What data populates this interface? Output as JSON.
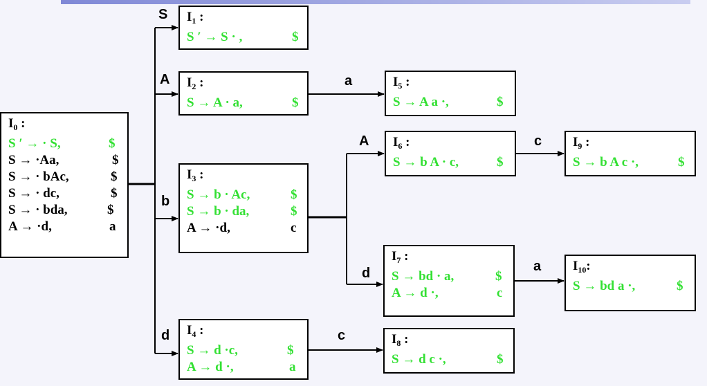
{
  "colors": {
    "kernel_item": "#33e033",
    "closure_item": "#000000",
    "background": "#f4f4fb"
  },
  "states": [
    {
      "id": "I0",
      "name": "I",
      "sub": "0",
      "items": [
        {
          "prod": "S ′ → · S,",
          "la": "$",
          "kernel": true
        },
        {
          "prod": "S → ·Aa,",
          "la": "$",
          "kernel": false
        },
        {
          "prod": "S → · bAc,",
          "la": "$",
          "kernel": false
        },
        {
          "prod": "S → · dc,",
          "la": "$",
          "kernel": false
        },
        {
          "prod": "S → · bda,",
          "la": "$",
          "kernel": false
        },
        {
          "prod": "A → ·d,",
          "la": "a",
          "kernel": false
        }
      ]
    },
    {
      "id": "I1",
      "name": "I",
      "sub": "1",
      "items": [
        {
          "prod": "S ′ → S · ,",
          "la": "$",
          "kernel": true
        }
      ]
    },
    {
      "id": "I2",
      "name": "I",
      "sub": "2",
      "items": [
        {
          "prod": "S → A · a,",
          "la": "$",
          "kernel": true
        }
      ]
    },
    {
      "id": "I3",
      "name": "I",
      "sub": "3",
      "items": [
        {
          "prod": "S → b · Ac,",
          "la": "$",
          "kernel": true
        },
        {
          "prod": "S → b · da,",
          "la": "$",
          "kernel": true
        },
        {
          "prod": "A → ·d,",
          "la": "c",
          "kernel": false
        }
      ]
    },
    {
      "id": "I4",
      "name": "I",
      "sub": "4",
      "items": [
        {
          "prod": "S → d ·c,",
          "la": "$",
          "kernel": true
        },
        {
          "prod": "A → d ·,",
          "la": "a",
          "kernel": true
        }
      ]
    },
    {
      "id": "I5",
      "name": "I",
      "sub": "5",
      "items": [
        {
          "prod": "S → A a ·,",
          "la": "$",
          "kernel": true
        }
      ]
    },
    {
      "id": "I6",
      "name": "I",
      "sub": "6",
      "items": [
        {
          "prod": "S → b A · c,",
          "la": "$",
          "kernel": true
        }
      ]
    },
    {
      "id": "I7",
      "name": "I",
      "sub": "7",
      "items": [
        {
          "prod": "S → bd · a,",
          "la": "$",
          "kernel": true
        },
        {
          "prod": "A → d ·,",
          "la": "c",
          "kernel": true
        }
      ]
    },
    {
      "id": "I8",
      "name": "I",
      "sub": "8",
      "items": [
        {
          "prod": "S → d c ·,",
          "la": "$",
          "kernel": true
        }
      ]
    },
    {
      "id": "I9",
      "name": "I",
      "sub": "9",
      "items": [
        {
          "prod": "S → b A c ·,",
          "la": "$",
          "kernel": true
        }
      ]
    },
    {
      "id": "I10",
      "name": "I",
      "sub": "10",
      "items": [
        {
          "prod": "S → bd a ·,",
          "la": "$",
          "kernel": true
        }
      ]
    }
  ],
  "transitions": [
    {
      "from": "I0",
      "to": "I1",
      "symbol": "S"
    },
    {
      "from": "I0",
      "to": "I2",
      "symbol": "A"
    },
    {
      "from": "I0",
      "to": "I3",
      "symbol": "b"
    },
    {
      "from": "I0",
      "to": "I4",
      "symbol": "d"
    },
    {
      "from": "I2",
      "to": "I5",
      "symbol": "a"
    },
    {
      "from": "I3",
      "to": "I6",
      "symbol": "A"
    },
    {
      "from": "I3",
      "to": "I7",
      "symbol": "d"
    },
    {
      "from": "I4",
      "to": "I8",
      "symbol": "c"
    },
    {
      "from": "I6",
      "to": "I9",
      "symbol": "c"
    },
    {
      "from": "I7",
      "to": "I10",
      "symbol": "a"
    }
  ]
}
